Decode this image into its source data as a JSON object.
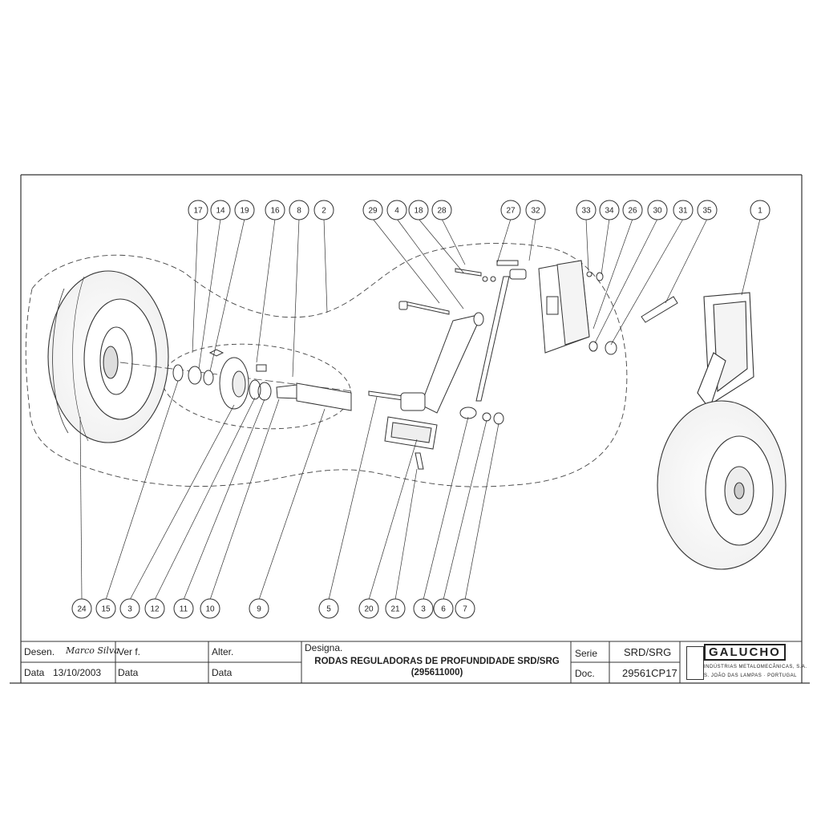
{
  "callouts_top": [
    "17",
    "14",
    "19",
    "16",
    "8",
    "2",
    "29",
    "4",
    "18",
    "28",
    "27",
    "32",
    "33",
    "34",
    "26",
    "30",
    "31",
    "35",
    "1"
  ],
  "callouts_bottom": [
    "24",
    "15",
    "3",
    "12",
    "11",
    "10",
    "9",
    "5",
    "20",
    "21",
    "3",
    "6",
    "7"
  ],
  "title_block": {
    "desen_label": "Desen.",
    "desen_value": "Marco Silva",
    "verif_label": "Ver f.",
    "alter_label": "Alter.",
    "designa_label": "Designa.",
    "title_line1": "RODAS REGULADORAS DE PROFUNDIDADE SRD/SRG",
    "title_line2": "(295611000)",
    "serie_label": "Serie",
    "serie_value": "SRD/SRG",
    "doc_label": "Doc.",
    "doc_value": "29561CP17",
    "data_label": "Data",
    "data_value": "13/10/2003",
    "data_label2": "Data",
    "data_label3": "Data",
    "company_logo": "GALUCHO",
    "company_name": "INDÚSTRIAS METALOMECÂNICAS, S.A.",
    "company_location": "S. JOÃO DAS LAMPAS · PORTUGAL"
  }
}
